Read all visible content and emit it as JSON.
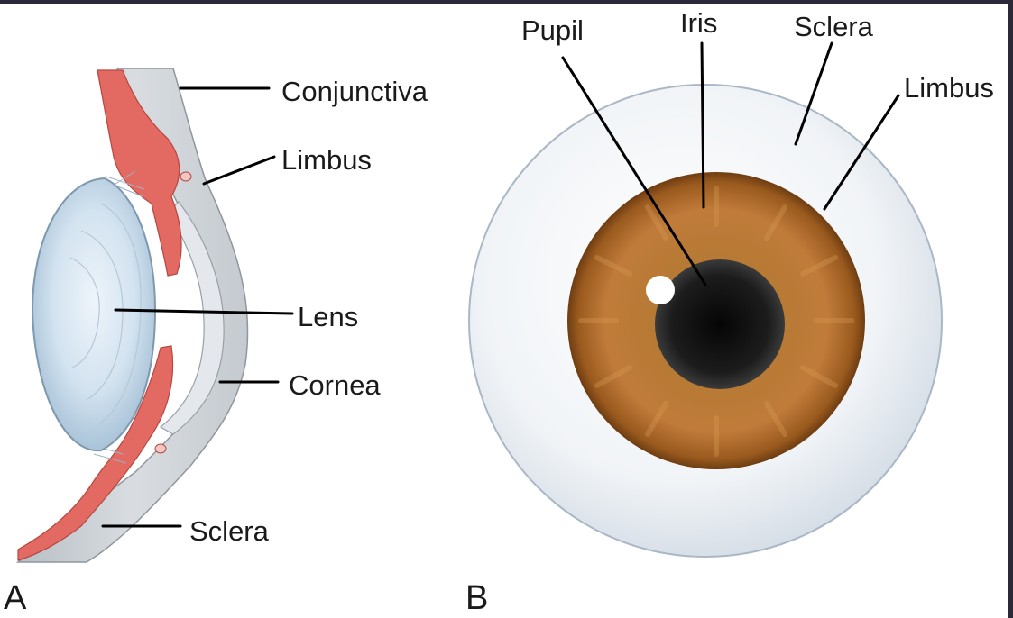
{
  "panel_a": {
    "letter": "A",
    "labels": {
      "conjunctiva": "Conjunctiva",
      "limbus": "Limbus",
      "lens": "Lens",
      "cornea": "Cornea",
      "sclera": "Sclera"
    }
  },
  "panel_b": {
    "letter": "B",
    "labels": {
      "pupil": "Pupil",
      "iris": "Iris",
      "sclera": "Sclera",
      "limbus": "Limbus"
    }
  },
  "colors": {
    "sclera": "#e9eef2",
    "iris": "#b8752c",
    "pupil": "#141414",
    "ciliary_tissue": "#e0665e",
    "lens": "#cfe0ee",
    "cornea_wall": "#c9ced3"
  }
}
